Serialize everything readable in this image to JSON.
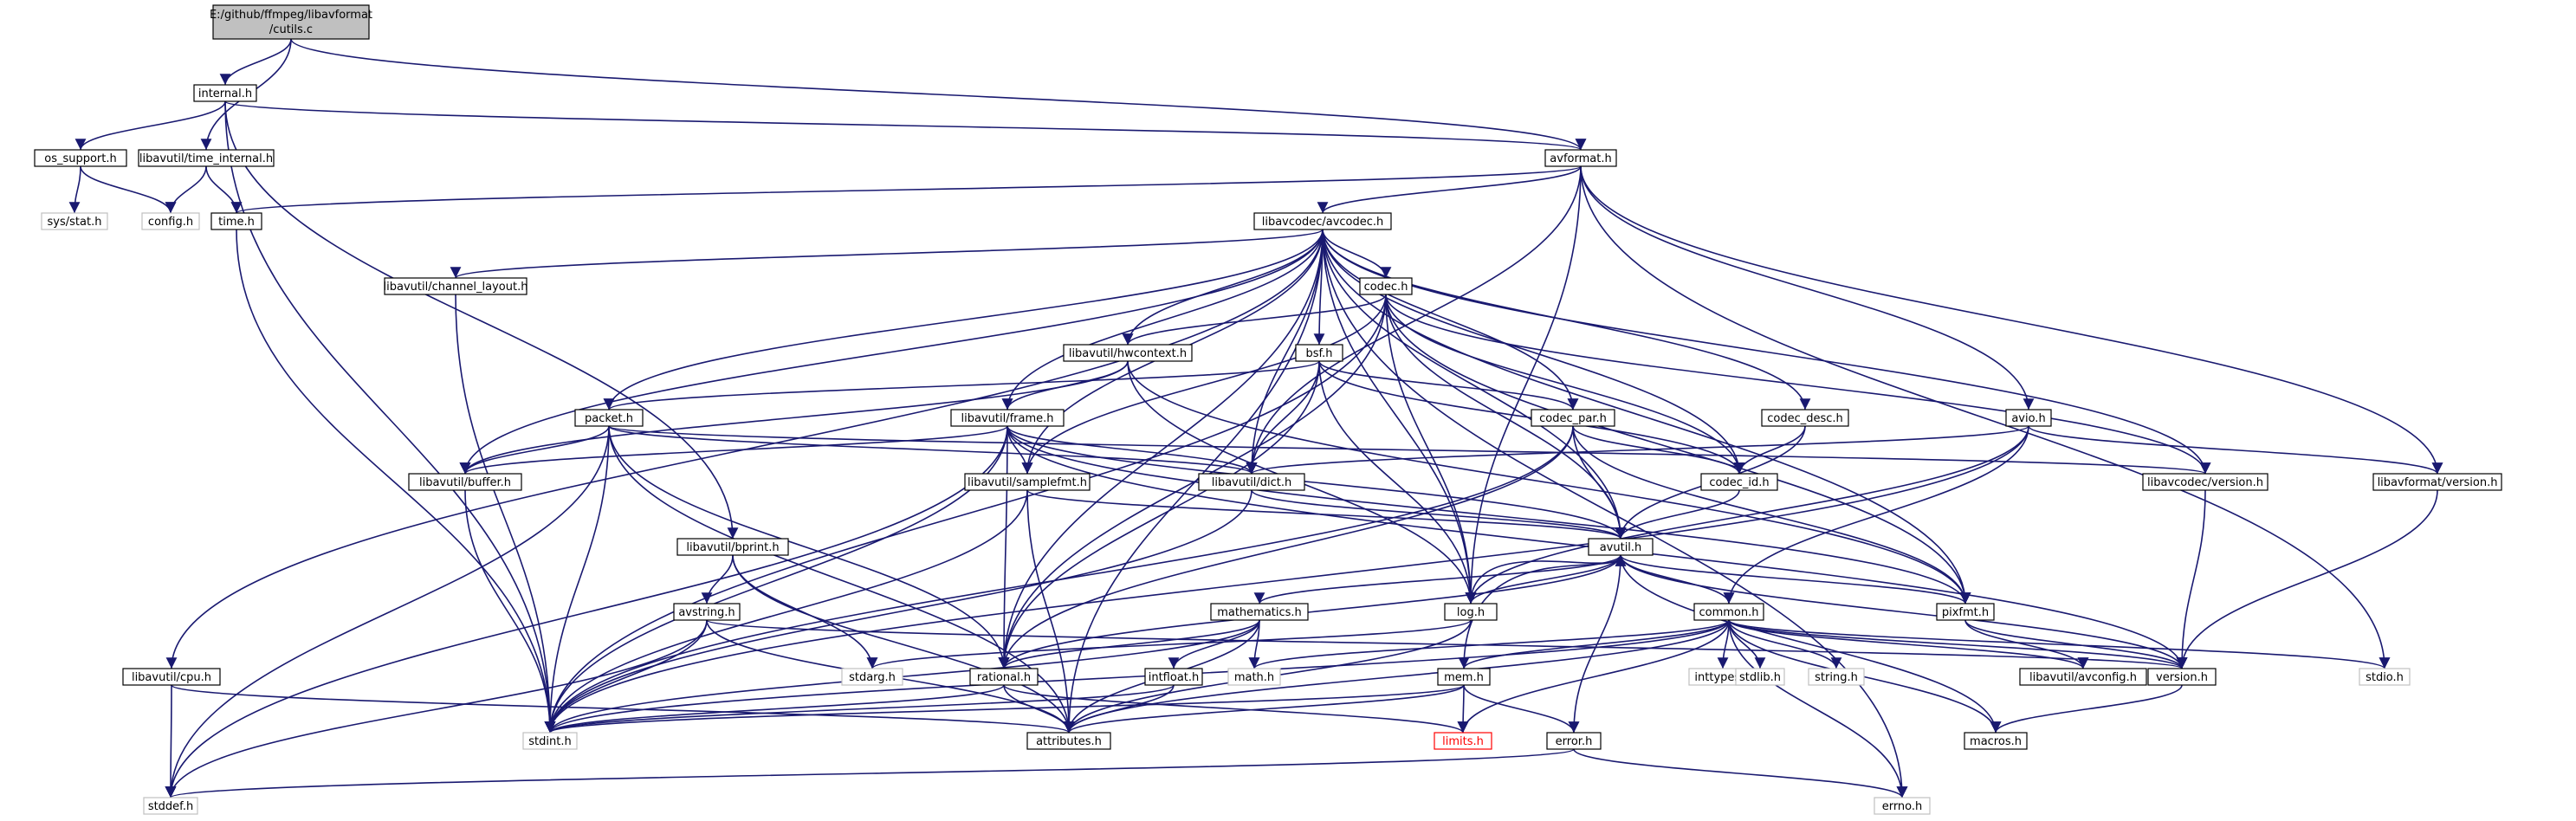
{
  "colors": {
    "edge": "#191970",
    "node_border": "#000000",
    "node_fill": "#ffffff",
    "root_fill": "#c0c0c0",
    "external_border": "#c0c0c0",
    "missing_border": "#ff0000",
    "missing_text": "#ff0000"
  },
  "nodes": [
    {
      "id": "root",
      "label": "E:/github/ffmpeg/libavformat/cutils.c",
      "kind": "root"
    },
    {
      "id": "internal",
      "label": "internal.h",
      "kind": "normal"
    },
    {
      "id": "os_support",
      "label": "os_support.h",
      "kind": "normal"
    },
    {
      "id": "time_internal",
      "label": "libavutil/time_internal.h",
      "kind": "normal"
    },
    {
      "id": "sys_stat",
      "label": "sys/stat.h",
      "kind": "external"
    },
    {
      "id": "config",
      "label": "config.h",
      "kind": "external"
    },
    {
      "id": "time",
      "label": "time.h",
      "kind": "normal"
    },
    {
      "id": "avformat",
      "label": "avformat.h",
      "kind": "normal"
    },
    {
      "id": "avcodec",
      "label": "libavcodec/avcodec.h",
      "kind": "normal"
    },
    {
      "id": "channel_layout",
      "label": "libavutil/channel_layout.h",
      "kind": "normal"
    },
    {
      "id": "codec",
      "label": "codec.h",
      "kind": "normal"
    },
    {
      "id": "hwcontext",
      "label": "libavutil/hwcontext.h",
      "kind": "normal"
    },
    {
      "id": "bsf",
      "label": "bsf.h",
      "kind": "normal"
    },
    {
      "id": "packet",
      "label": "packet.h",
      "kind": "normal"
    },
    {
      "id": "frame",
      "label": "libavutil/frame.h",
      "kind": "normal"
    },
    {
      "id": "codec_par",
      "label": "codec_par.h",
      "kind": "normal"
    },
    {
      "id": "codec_desc",
      "label": "codec_desc.h",
      "kind": "normal"
    },
    {
      "id": "avio",
      "label": "avio.h",
      "kind": "normal"
    },
    {
      "id": "buffer",
      "label": "libavutil/buffer.h",
      "kind": "normal"
    },
    {
      "id": "samplefmt",
      "label": "libavutil/samplefmt.h",
      "kind": "normal"
    },
    {
      "id": "dict",
      "label": "libavutil/dict.h",
      "kind": "normal"
    },
    {
      "id": "codec_id",
      "label": "codec_id.h",
      "kind": "normal"
    },
    {
      "id": "avcodec_version",
      "label": "libavcodec/version.h",
      "kind": "normal"
    },
    {
      "id": "avformat_version",
      "label": "libavformat/version.h",
      "kind": "normal"
    },
    {
      "id": "bprint",
      "label": "libavutil/bprint.h",
      "kind": "normal"
    },
    {
      "id": "avutil",
      "label": "avutil.h",
      "kind": "normal"
    },
    {
      "id": "avstring",
      "label": "avstring.h",
      "kind": "normal"
    },
    {
      "id": "mathematics",
      "label": "mathematics.h",
      "kind": "normal"
    },
    {
      "id": "log",
      "label": "log.h",
      "kind": "normal"
    },
    {
      "id": "common",
      "label": "common.h",
      "kind": "normal"
    },
    {
      "id": "pixfmt",
      "label": "pixfmt.h",
      "kind": "normal"
    },
    {
      "id": "cpu",
      "label": "libavutil/cpu.h",
      "kind": "normal"
    },
    {
      "id": "stdarg",
      "label": "stdarg.h",
      "kind": "external"
    },
    {
      "id": "rational",
      "label": "rational.h",
      "kind": "normal"
    },
    {
      "id": "intfloat",
      "label": "intfloat.h",
      "kind": "normal"
    },
    {
      "id": "math",
      "label": "math.h",
      "kind": "external"
    },
    {
      "id": "mem",
      "label": "mem.h",
      "kind": "normal"
    },
    {
      "id": "inttypes",
      "label": "inttypes.h",
      "kind": "external"
    },
    {
      "id": "stdlib",
      "label": "stdlib.h",
      "kind": "external"
    },
    {
      "id": "string",
      "label": "string.h",
      "kind": "external"
    },
    {
      "id": "avconfig",
      "label": "libavutil/avconfig.h",
      "kind": "normal"
    },
    {
      "id": "version",
      "label": "version.h",
      "kind": "normal"
    },
    {
      "id": "stdio",
      "label": "stdio.h",
      "kind": "external"
    },
    {
      "id": "stdint",
      "label": "stdint.h",
      "kind": "external"
    },
    {
      "id": "attributes",
      "label": "attributes.h",
      "kind": "normal"
    },
    {
      "id": "limits",
      "label": "limits.h",
      "kind": "missing"
    },
    {
      "id": "macros",
      "label": "macros.h",
      "kind": "normal"
    },
    {
      "id": "error",
      "label": "error.h",
      "kind": "normal"
    },
    {
      "id": "stddef",
      "label": "stddef.h",
      "kind": "external"
    },
    {
      "id": "errno",
      "label": "errno.h",
      "kind": "external"
    }
  ],
  "edges": [
    [
      "root",
      "internal"
    ],
    [
      "root",
      "time_internal"
    ],
    [
      "root",
      "avformat"
    ],
    [
      "internal",
      "os_support"
    ],
    [
      "internal",
      "avformat"
    ],
    [
      "internal",
      "bprint"
    ],
    [
      "internal",
      "stdint"
    ],
    [
      "os_support",
      "sys_stat"
    ],
    [
      "os_support",
      "config"
    ],
    [
      "time_internal",
      "time"
    ],
    [
      "time_internal",
      "config"
    ],
    [
      "time",
      "stdint"
    ],
    [
      "avformat",
      "time"
    ],
    [
      "avformat",
      "avcodec"
    ],
    [
      "avformat",
      "avio"
    ],
    [
      "avformat",
      "avformat_version"
    ],
    [
      "avformat",
      "dict"
    ],
    [
      "avformat",
      "log"
    ],
    [
      "avformat",
      "stdio"
    ],
    [
      "avcodec",
      "channel_layout"
    ],
    [
      "avcodec",
      "codec"
    ],
    [
      "avcodec",
      "hwcontext"
    ],
    [
      "avcodec",
      "bsf"
    ],
    [
      "avcodec",
      "packet"
    ],
    [
      "avcodec",
      "frame"
    ],
    [
      "avcodec",
      "codec_par"
    ],
    [
      "avcodec",
      "codec_desc"
    ],
    [
      "avcodec",
      "buffer"
    ],
    [
      "avcodec",
      "samplefmt"
    ],
    [
      "avcodec",
      "dict"
    ],
    [
      "avcodec",
      "codec_id"
    ],
    [
      "avcodec",
      "avcodec_version"
    ],
    [
      "avcodec",
      "avutil"
    ],
    [
      "avcodec",
      "log"
    ],
    [
      "avcodec",
      "rational"
    ],
    [
      "avcodec",
      "attributes"
    ],
    [
      "avcodec",
      "pixfmt"
    ],
    [
      "avcodec",
      "cpu"
    ],
    [
      "avcodec",
      "errno"
    ],
    [
      "channel_layout",
      "stdint"
    ],
    [
      "codec",
      "hwcontext"
    ],
    [
      "codec",
      "samplefmt"
    ],
    [
      "codec",
      "codec_id"
    ],
    [
      "codec",
      "avcodec_version"
    ],
    [
      "codec",
      "avutil"
    ],
    [
      "codec",
      "log"
    ],
    [
      "codec",
      "pixfmt"
    ],
    [
      "codec",
      "rational"
    ],
    [
      "codec",
      "stdint"
    ],
    [
      "hwcontext",
      "frame"
    ],
    [
      "hwcontext",
      "buffer"
    ],
    [
      "hwcontext",
      "pixfmt"
    ],
    [
      "hwcontext",
      "log"
    ],
    [
      "bsf",
      "packet"
    ],
    [
      "bsf",
      "codec_par"
    ],
    [
      "bsf",
      "codec_id"
    ],
    [
      "bsf",
      "dict"
    ],
    [
      "bsf",
      "log"
    ],
    [
      "bsf",
      "rational"
    ],
    [
      "packet",
      "buffer"
    ],
    [
      "packet",
      "dict"
    ],
    [
      "packet",
      "avcodec_version"
    ],
    [
      "packet",
      "attributes"
    ],
    [
      "packet",
      "rational"
    ],
    [
      "packet",
      "stdint"
    ],
    [
      "packet",
      "stddef"
    ],
    [
      "frame",
      "buffer"
    ],
    [
      "frame",
      "samplefmt"
    ],
    [
      "frame",
      "dict"
    ],
    [
      "frame",
      "avutil"
    ],
    [
      "frame",
      "rational"
    ],
    [
      "frame",
      "pixfmt"
    ],
    [
      "frame",
      "version"
    ],
    [
      "frame",
      "stdint"
    ],
    [
      "frame",
      "stddef"
    ],
    [
      "codec_par",
      "codec_id"
    ],
    [
      "codec_par",
      "avutil"
    ],
    [
      "codec_par",
      "rational"
    ],
    [
      "codec_par",
      "pixfmt"
    ],
    [
      "codec_par",
      "stdint"
    ],
    [
      "codec_desc",
      "codec_id"
    ],
    [
      "codec_desc",
      "avutil"
    ],
    [
      "avio",
      "dict"
    ],
    [
      "avio",
      "avformat_version"
    ],
    [
      "avio",
      "log"
    ],
    [
      "avio",
      "common"
    ],
    [
      "avio",
      "stdint"
    ],
    [
      "buffer",
      "stdint"
    ],
    [
      "samplefmt",
      "avutil"
    ],
    [
      "samplefmt",
      "attributes"
    ],
    [
      "samplefmt",
      "stdint"
    ],
    [
      "dict",
      "stdint"
    ],
    [
      "dict",
      "avutil"
    ],
    [
      "codec_id",
      "avutil"
    ],
    [
      "avcodec_version",
      "version"
    ],
    [
      "avformat_version",
      "version"
    ],
    [
      "bprint",
      "avstring"
    ],
    [
      "bprint",
      "stdarg"
    ],
    [
      "bprint",
      "attributes"
    ],
    [
      "avutil",
      "mathematics"
    ],
    [
      "avutil",
      "log"
    ],
    [
      "avutil",
      "common"
    ],
    [
      "avutil",
      "pixfmt"
    ],
    [
      "avutil",
      "rational"
    ],
    [
      "avutil",
      "version"
    ],
    [
      "avutil",
      "error"
    ],
    [
      "avutil",
      "macros"
    ],
    [
      "avstring",
      "stdint"
    ],
    [
      "avstring",
      "stddef"
    ],
    [
      "avstring",
      "version"
    ],
    [
      "avstring",
      "attributes"
    ],
    [
      "mathematics",
      "rational"
    ],
    [
      "mathematics",
      "intfloat"
    ],
    [
      "mathematics",
      "math"
    ],
    [
      "mathematics",
      "attributes"
    ],
    [
      "mathematics",
      "stdint"
    ],
    [
      "log",
      "stdarg"
    ],
    [
      "log",
      "attributes"
    ],
    [
      "log",
      "avutil"
    ],
    [
      "common",
      "inttypes"
    ],
    [
      "common",
      "stdlib"
    ],
    [
      "common",
      "string"
    ],
    [
      "common",
      "avconfig"
    ],
    [
      "common",
      "version"
    ],
    [
      "common",
      "math"
    ],
    [
      "common",
      "limits"
    ],
    [
      "common",
      "errno"
    ],
    [
      "common",
      "mem"
    ],
    [
      "common",
      "attributes"
    ],
    [
      "common",
      "macros"
    ],
    [
      "common",
      "stdint"
    ],
    [
      "common",
      "stdio"
    ],
    [
      "pixfmt",
      "avconfig"
    ],
    [
      "pixfmt",
      "version"
    ],
    [
      "cpu",
      "stddef"
    ],
    [
      "cpu",
      "attributes"
    ],
    [
      "rational",
      "attributes"
    ],
    [
      "rational",
      "stdint"
    ],
    [
      "rational",
      "limits"
    ],
    [
      "intfloat",
      "attributes"
    ],
    [
      "intfloat",
      "stdint"
    ],
    [
      "mem",
      "limits"
    ],
    [
      "mem",
      "error"
    ],
    [
      "mem",
      "attributes"
    ],
    [
      "mem",
      "stdint"
    ],
    [
      "mem",
      "avutil"
    ],
    [
      "version",
      "macros"
    ],
    [
      "error",
      "stddef"
    ],
    [
      "error",
      "errno"
    ]
  ]
}
